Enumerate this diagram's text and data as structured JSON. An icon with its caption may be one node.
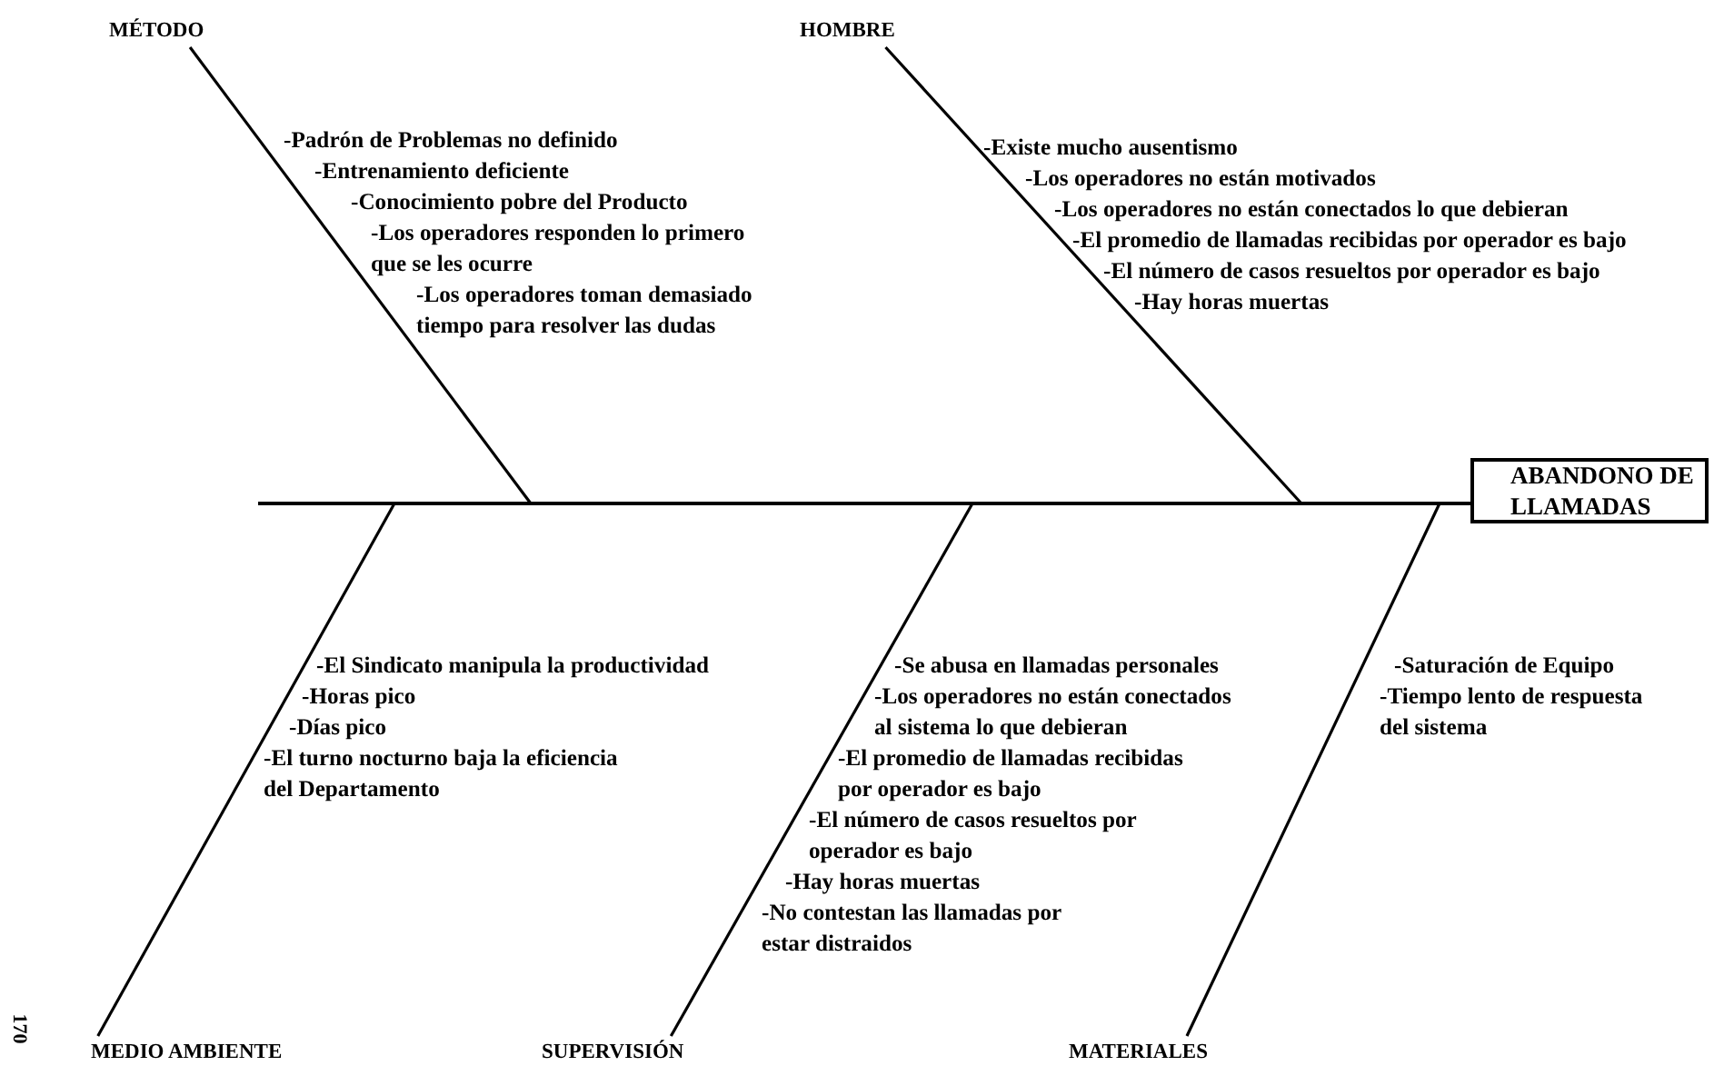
{
  "diagram": {
    "nodes": [
      {
        "text": [
          "MÉTODO"
        ]
      },
      {
        "text": [
          "HOMBRE"
        ]
      },
      {
        "text": [
          "ABANDONO DE LLAMADAS"
        ]
      },
      {
        "text": [
          "MEDIO AMBIENTE"
        ]
      },
      {
        "text": [
          "SUPERVISIÓN"
        ]
      },
      {
        "text": [
          "MATERIALES"
        ]
      }
    ],
    "edges": [
      {
        "from": null,
        "to": 2,
        "arrow": "none"
      },
      {
        "from": 0,
        "to": null,
        "arrow": "none"
      },
      {
        "from": 1,
        "to": null,
        "arrow": "none"
      },
      {
        "from": 3,
        "to": null,
        "arrow": "none"
      },
      {
        "from": 4,
        "to": null,
        "arrow": "none"
      },
      {
        "from": 5,
        "to": null,
        "arrow": "none"
      }
    ],
    "labels": [
      "-Padrón de Problemas no definido",
      "-Entrenamiento deficiente",
      "-Conocimiento pobre del Producto",
      "-Los operadores responden lo primero que se les ocurre",
      "-Los operadores toman demasiado tiempo para resolver las dudas",
      "-Existe mucho ausentismo",
      "-Los operadores no están motivados",
      "-Los operadores no están conectados lo que debieran",
      "-El promedio de llamadas recibidas por operador es bajo",
      "-El número de casos resueltos por operador es bajo",
      "-Hay horas muertas",
      "-El Sindicato manipula la productividad",
      "-Horas pico",
      "-Días pico",
      "-El turno nocturno baja la eficiencia del Departamento",
      "-Se abusa en llamadas personales",
      "-Los operadores no están conectados al sistema lo que debieran",
      "-El promedio de llamadas recibidas por operador es bajo",
      "-El número de casos resueltos por operador es bajo",
      "-Hay horas muertas",
      "-No contestan las llamadas por estar distraidos",
      "-Saturación de Equipo",
      "-Tiempo lento de respuesta del sistema",
      "170"
    ]
  }
}
